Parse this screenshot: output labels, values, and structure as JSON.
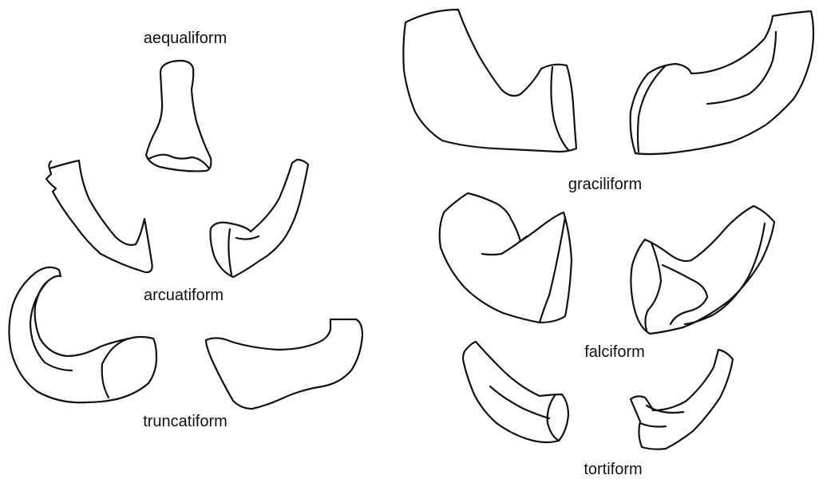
{
  "labels": {
    "aequaliform": "aequaliform",
    "arcuatiform": "arcuatiform",
    "truncatiform": "truncatiform",
    "graciliform": "graciliform",
    "falciform": "falciform",
    "tortiform": "tortiform"
  },
  "colors": {
    "ink": "#111111",
    "background": "#ffffff"
  }
}
